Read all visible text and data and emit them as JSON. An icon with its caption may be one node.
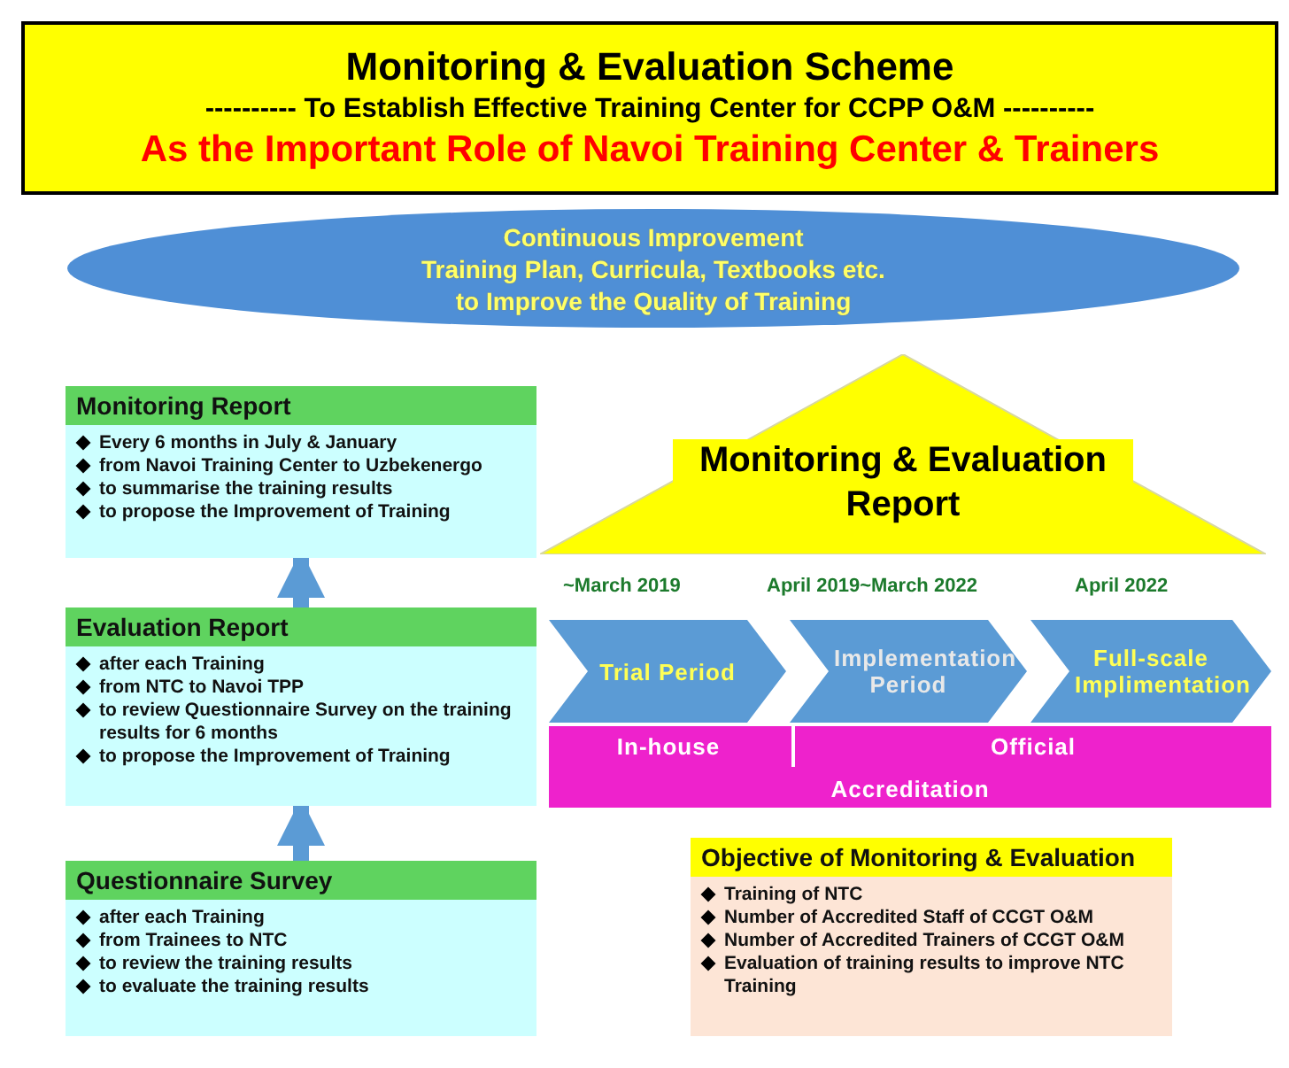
{
  "diagram": {
    "nodes": [
      {
        "text": [
          "Monitoring & Evaluation Scheme",
          "---------- To Establish Effective Training Center for CCPP O&M ----------",
          "As the Important Role of Navoi Training Center & Trainers"
        ]
      },
      {
        "text": [
          "Continuous Improvement",
          "Training Plan, Curricula, Textbooks etc.",
          "to Improve the Quality of Training"
        ]
      },
      {
        "text": [
          "Monitoring Report",
          "Every 6 months in July & January",
          "from Navoi Training Center to Uzbekenergo",
          "to summarise the training results",
          "to propose the Improvement of Training"
        ]
      },
      {
        "text": [
          "Evaluation Report",
          "after each Training",
          "from NTC to Navoi TPP",
          "to review Questionnaire Survey on the training results for 6 months",
          "to propose the Improvement of Training"
        ]
      },
      {
        "text": [
          "Questionnaire Survey",
          "after each Training",
          "from Trainees to NTC",
          "to review the training results",
          "to evaluate the training results"
        ]
      },
      {
        "text": [
          "Monitoring & Evaluation Report"
        ]
      },
      {
        "text": [
          "Trial Period"
        ],
        "beside": [
          "~March 2019"
        ]
      },
      {
        "text": [
          "Implementation Period"
        ],
        "beside": [
          "April 2019~March 2022"
        ]
      },
      {
        "text": [
          "Full-scale Implimentation"
        ],
        "beside": [
          "April 2022"
        ]
      },
      {
        "text": [
          "Accreditation"
        ]
      },
      {
        "text": [
          "In-house"
        ],
        "in": 9
      },
      {
        "text": [
          "Official"
        ],
        "in": 9
      },
      {
        "text": [
          "Objective of Monitoring & Evaluation",
          "Training of NTC",
          "Number of Accredited Staff of CCGT O&M",
          "Number of Accredited Trainers of CCGT O&M",
          "Evaluation of training results to improve NTC Training"
        ]
      }
    ],
    "edges": [
      {
        "from": 4,
        "to": 3,
        "arrow": "to"
      },
      {
        "from": 3,
        "to": 2,
        "arrow": "to"
      }
    ]
  }
}
